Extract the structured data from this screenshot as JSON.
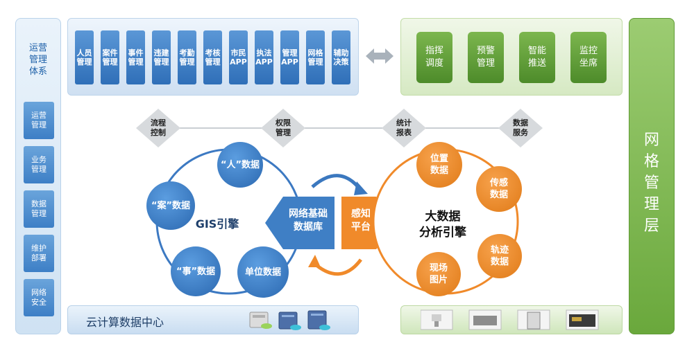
{
  "left_panel": {
    "title": "运营\n管理\n体系",
    "items": [
      "运营\n管理",
      "业务\n管理",
      "数据\n管理",
      "维护\n部署",
      "网络\n安全"
    ]
  },
  "top_blue": {
    "tabs": [
      "人员管理",
      "案件管理",
      "事件管理",
      "违建管理",
      "考勤管理",
      "考核管理",
      "市民APP",
      "执法APP",
      "管理APP",
      "网格管理",
      "辅助决策"
    ]
  },
  "top_green": {
    "tabs": [
      "指挥\n调度",
      "预警\n管理",
      "智能\n推送",
      "监控\n坐席"
    ]
  },
  "right_bar": {
    "title": "网\n格\n管\n理\n层"
  },
  "diamonds": [
    "流程\n控制",
    "权限\n管理",
    "统计\n报表",
    "数据\n服务"
  ],
  "gis": {
    "center": "GIS引擎",
    "nodes": [
      "“人”数据",
      "“案”数据",
      "“事”数据",
      "单位数据"
    ]
  },
  "center_blue": "网络基础\n数据库",
  "center_orange": "感知\n平台",
  "bigdata": {
    "center": "大数据\n分析引擎",
    "nodes": [
      "位置\n数据",
      "传感\n数据",
      "轨迹\n数据",
      "现场\n图片"
    ]
  },
  "bottom_blue": {
    "label": "云计算数据中心"
  },
  "colors": {
    "blue": "#2f6fb8",
    "green": "#5f9b35",
    "orange": "#e8811e"
  }
}
